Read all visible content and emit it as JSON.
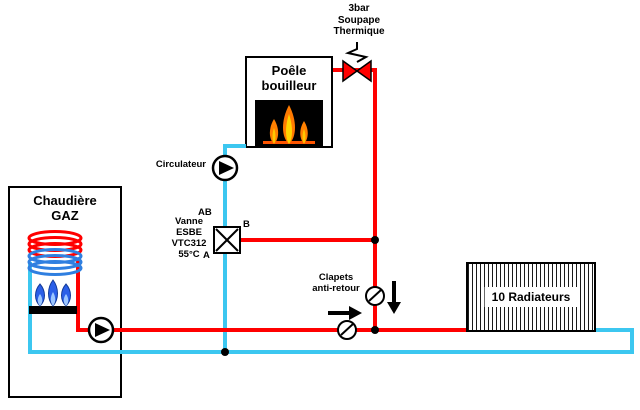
{
  "relief_valve": {
    "lines": [
      "3bar",
      "Soupape",
      "Thermique"
    ]
  },
  "stove": {
    "title": [
      "Poêle",
      "bouilleur"
    ]
  },
  "boiler": {
    "title": [
      "Chaudière",
      "GAZ"
    ]
  },
  "circulator_label": "Circulateur",
  "mixing_valve": {
    "lines": [
      "Vanne",
      "ESBE",
      "VTC312",
      "55°C"
    ],
    "port_ab": "AB",
    "port_b": "B",
    "port_a": "A"
  },
  "check_valves_label": [
    "Clapets",
    "anti-retour"
  ],
  "radiators_label": "10 Radiateurs",
  "colors": {
    "hot": "#ff0000",
    "cold": "#3cc7f0"
  }
}
